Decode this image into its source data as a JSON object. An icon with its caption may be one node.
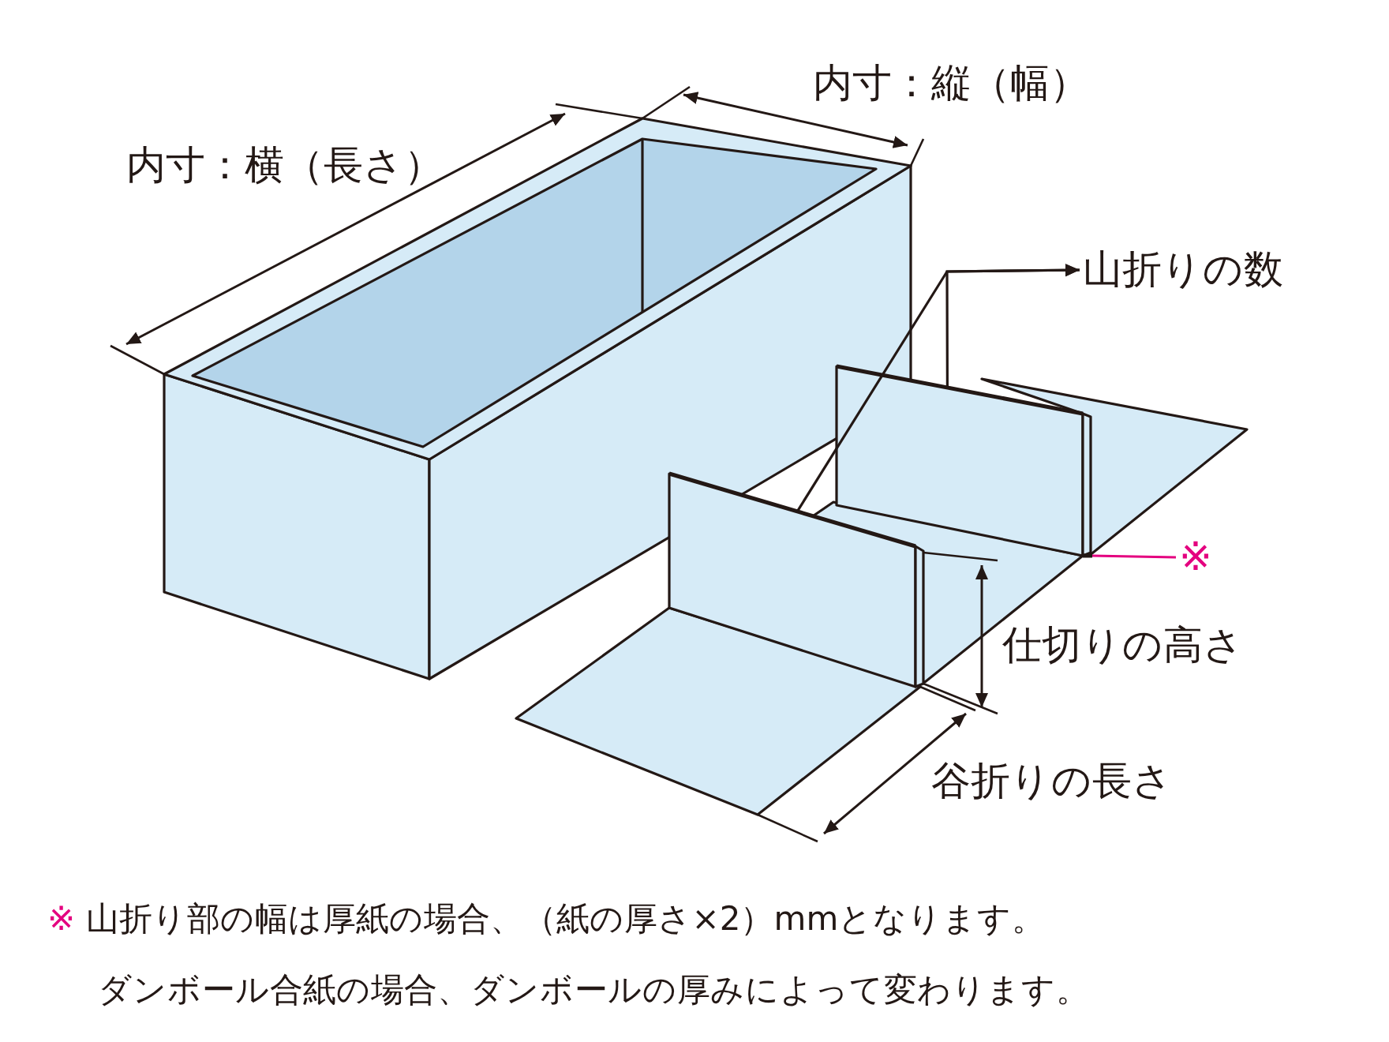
{
  "diagram": {
    "nodes": [
      {
        "text": [
          "山折りの数"
        ]
      },
      {
        "text": [],
        "shape": "bar"
      },
      {
        "text": [],
        "shape": "bar"
      },
      {
        "text": [
          "※"
        ]
      },
      {
        "text": [],
        "shape": "bar"
      }
    ],
    "edges": [
      {
        "from": 1,
        "to": 0,
        "arrow": "to"
      },
      {
        "from": 2,
        "to": 0,
        "arrow": "to"
      },
      {
        "from": 3,
        "to": 4,
        "arrow": "none",
        "color": "#e4007f"
      }
    ],
    "labels": [
      "内寸：縦（幅）",
      "内寸：横（長さ）",
      "仕切りの高さ",
      "谷折りの長さ",
      "※ 山折り部の幅は厚紙の場合、（紙の厚さ×2）mmとなります。",
      "ダンボール合紙の場合、ダンボールの厚みによって変わります。"
    ]
  }
}
